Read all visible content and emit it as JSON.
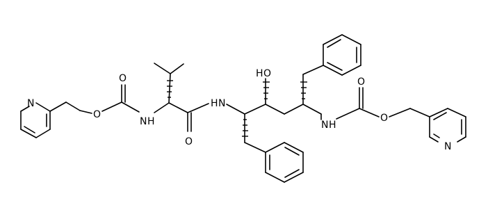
{
  "structure": {
    "atom_labels": {
      "n_pyridin2yl": "N",
      "o_carbamate_left_ester": "O",
      "o_carbamate_left_carbonyl": "O",
      "nh_val": "N",
      "h_val": "H",
      "o_amide": "O",
      "nh_amide": "N",
      "h_amide": "H",
      "o_hydroxyl": "O",
      "h_hydroxyl": "H",
      "nh_carbamate_right": "N",
      "h_carbamate_right": "H",
      "o_carbamate_right_carbonyl": "O",
      "o_carbamate_right_ester": "O",
      "n_pyridin3yl": "N"
    }
  }
}
